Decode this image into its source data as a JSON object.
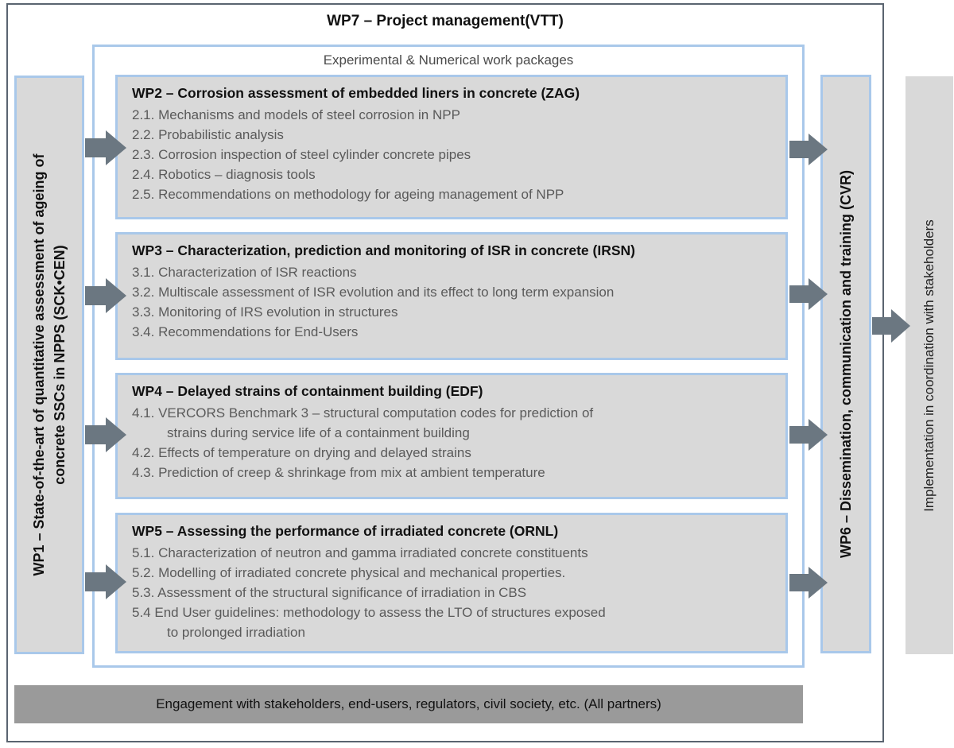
{
  "wp7_title": "WP7 – Project management(VTT)",
  "experimental_title": "Experimental & Numerical work packages",
  "wp1": {
    "line1": "WP1 – State-of-the-art of quantitative assessment of ageing of",
    "line2": "concrete SSCs in NPPS (SCK•CEN)"
  },
  "wp6": {
    "label": "WP6 – Dissemination, communication and training (CVR)"
  },
  "implementation": {
    "label": "Implementation in coordination with stakeholders"
  },
  "work_packages": [
    {
      "title": "WP2 – Corrosion assessment of embedded liners in concrete (ZAG)",
      "items": [
        "2.1. Mechanisms and models of steel corrosion in NPP",
        "2.2. Probabilistic analysis",
        "2.3. Corrosion inspection of steel cylinder concrete pipes",
        "2.4. Robotics – diagnosis tools",
        "2.5. Recommendations on methodology for ageing management of NPP"
      ]
    },
    {
      "title": "WP3 – Characterization, prediction and monitoring of ISR in concrete (IRSN)",
      "items": [
        "3.1. Characterization of ISR reactions",
        "3.2. Multiscale assessment of ISR evolution and its effect to long term expansion",
        "3.3. Monitoring of IRS evolution in structures",
        "3.4. Recommendations for End-Users"
      ]
    },
    {
      "title": "WP4 – Delayed strains of containment building (EDF)",
      "items": [
        "4.1. VERCORS Benchmark 3 – structural computation codes for prediction of",
        "strains during service life of a containment building",
        "4.2. Effects of temperature on drying and delayed strains",
        "4.3. Prediction of creep & shrinkage from mix at ambient temperature"
      ]
    },
    {
      "title": "WP5 – Assessing the performance of irradiated concrete (ORNL)",
      "items": [
        "5.1. Characterization of neutron and gamma irradiated concrete constituents",
        "5.2. Modelling of irradiated concrete physical and mechanical properties.",
        "5.3. Assessment of the structural significance of irradiation in CBS",
        "5.4 End User guidelines: methodology to assess the LTO of structures exposed",
        "to prolonged irradiation"
      ]
    }
  ],
  "bottom_bar": "Engagement with stakeholders, end-users, regulators, civil society, etc. (All partners)",
  "colors": {
    "box_fill": "#d9d9d9",
    "box_border": "#a9c8ea",
    "arrow": "#6b7781",
    "bottom_bar": "#9a9a9a",
    "outer_border": "#5a6470"
  }
}
